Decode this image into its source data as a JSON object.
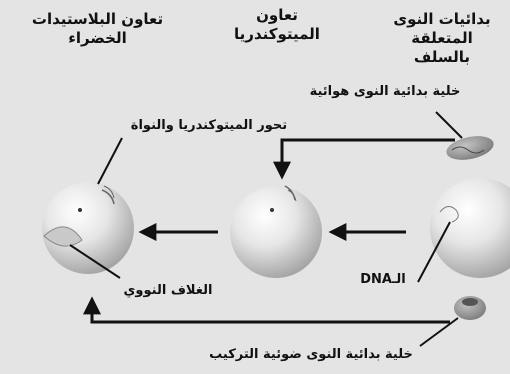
{
  "headers": {
    "prokaryote_line1": "بدائيات النوى",
    "prokaryote_line2": "المتعلقة بالسلف",
    "mito_line1": "تعاون",
    "mito_line2": "الميتوكندريا",
    "chloro_line1": "تعاون البلاستيدات",
    "chloro_line2": "الخضراء"
  },
  "labels": {
    "aerobic": "خلية بدائية النوى هوائية",
    "transform": "تحور الميتوكندريا والنواة",
    "dna": "الـDNA",
    "envelope": "الغلاف النووي",
    "photosynthetic": "خلية بدائية النوى ضوئية التركيب"
  },
  "colors": {
    "background": "#e4e4e4",
    "cell": "#d6d6d6",
    "arrow": "#111111",
    "bacterium": "#8e8e8e"
  }
}
